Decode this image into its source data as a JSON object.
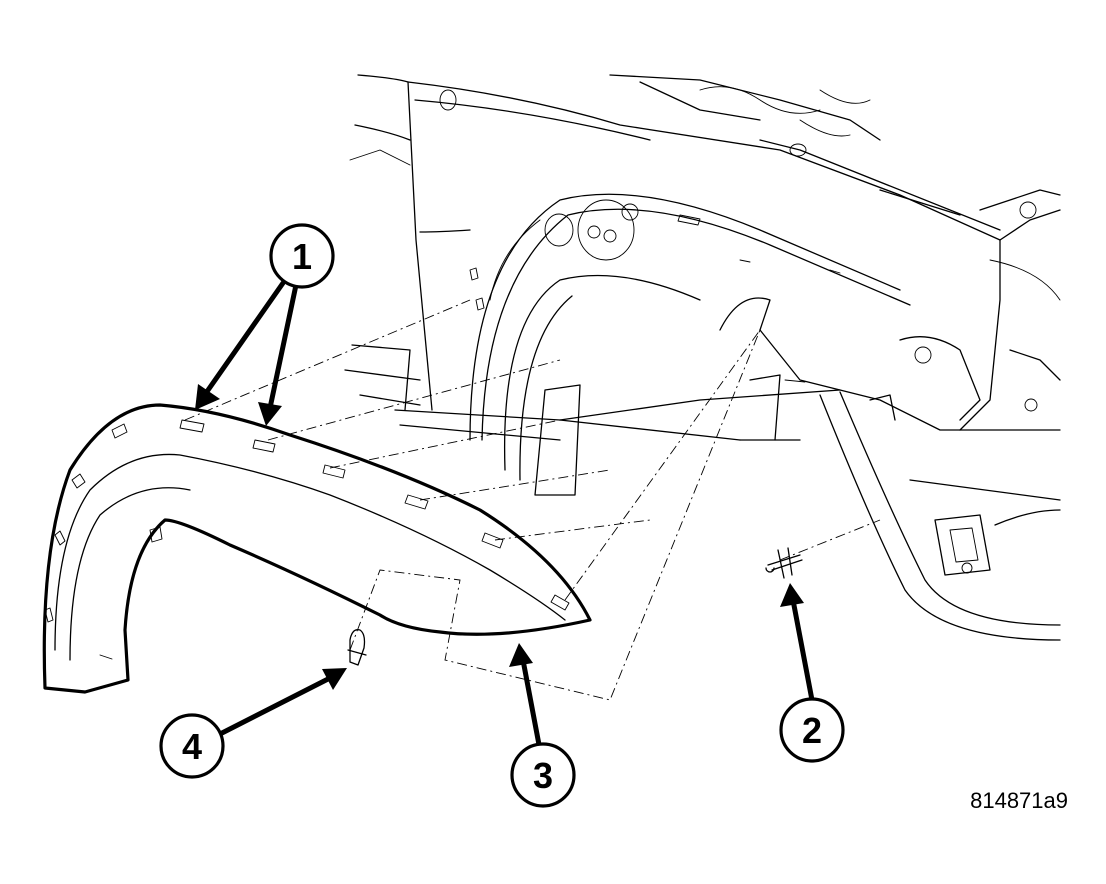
{
  "callouts": [
    {
      "id": "callout-1",
      "label": "1"
    },
    {
      "id": "callout-2",
      "label": "2"
    },
    {
      "id": "callout-3",
      "label": "3"
    },
    {
      "id": "callout-4",
      "label": "4"
    }
  ],
  "figure_id": "814871a9"
}
